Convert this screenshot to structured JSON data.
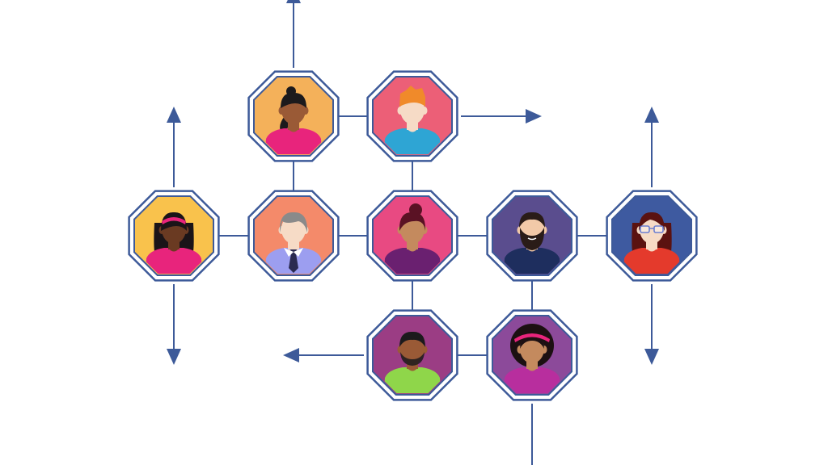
{
  "colors": {
    "background": "#ffffff",
    "line": "#3d5a99",
    "frame": "#3d5a99",
    "frame_gap": "#ffffff"
  },
  "nodes": [
    {
      "id": "woman-ponytail",
      "fill": "#f4b15a",
      "avatar": {
        "skin": "#9a5a36",
        "hair": "#1c1a1c",
        "shirt": "#e8247c",
        "style": "ponytail"
      }
    },
    {
      "id": "man-orange-hair",
      "fill": "#ec5f77",
      "avatar": {
        "skin": "#f6dbc6",
        "hair": "#f08a2a",
        "shirt": "#2ea5d4",
        "style": "spiky"
      }
    },
    {
      "id": "woman-headband",
      "fill": "#f9c24c",
      "avatar": {
        "skin": "#6a3a22",
        "hair": "#1a1418",
        "shirt": "#e8247c",
        "style": "headband",
        "accent": "#e8247c"
      }
    },
    {
      "id": "older-man-tie",
      "fill": "#f48a6a",
      "avatar": {
        "skin": "#f6dbc6",
        "hair": "#8a8a8a",
        "shirt": "#9c9ef0",
        "style": "gray-side",
        "tie": "#2a2a50"
      }
    },
    {
      "id": "woman-bun",
      "fill": "#e84a82",
      "avatar": {
        "skin": "#c48a5e",
        "hair": "#5a1224",
        "shirt": "#6a2070",
        "style": "bun"
      }
    },
    {
      "id": "bearded-man",
      "fill": "#5a4d8e",
      "avatar": {
        "skin": "#f2c9a8",
        "hair": "#2a1c18",
        "shirt": "#1e2e5e",
        "style": "beard"
      }
    },
    {
      "id": "woman-glasses",
      "fill": "#3e5aa0",
      "avatar": {
        "skin": "#f6dbc6",
        "hair": "#5a1210",
        "shirt": "#e43a2c",
        "style": "glasses"
      }
    },
    {
      "id": "man-green-shirt",
      "fill": "#9b3d84",
      "avatar": {
        "skin": "#9a5a36",
        "hair": "#1c1a1c",
        "shirt": "#8fd64a",
        "style": "short"
      }
    },
    {
      "id": "woman-curly-hair",
      "fill": "#8c4a9a",
      "avatar": {
        "skin": "#c48a5e",
        "hair": "#1c1012",
        "shirt": "#b82e9e",
        "style": "afro",
        "accent": "#e8247c"
      }
    }
  ],
  "connections": [
    [
      "woman-ponytail",
      "man-orange-hair"
    ],
    [
      "woman-ponytail",
      "older-man-tie"
    ],
    [
      "man-orange-hair",
      "woman-bun"
    ],
    [
      "woman-headband",
      "older-man-tie"
    ],
    [
      "older-man-tie",
      "woman-bun"
    ],
    [
      "woman-bun",
      "bearded-man"
    ],
    [
      "bearded-man",
      "woman-glasses"
    ],
    [
      "woman-bun",
      "man-green-shirt"
    ],
    [
      "bearded-man",
      "woman-curly-hair"
    ],
    [
      "man-green-shirt",
      "woman-curly-hair"
    ]
  ],
  "arrows": [
    {
      "from": "woman-ponytail",
      "direction": "up"
    },
    {
      "from": "man-orange-hair",
      "direction": "right"
    },
    {
      "from": "woman-headband",
      "direction": "up"
    },
    {
      "from": "woman-headband",
      "direction": "down"
    },
    {
      "from": "woman-glasses",
      "direction": "up"
    },
    {
      "from": "woman-glasses",
      "direction": "down"
    },
    {
      "from": "man-green-shirt",
      "direction": "left"
    },
    {
      "from": "woman-curly-hair",
      "direction": "down"
    }
  ]
}
